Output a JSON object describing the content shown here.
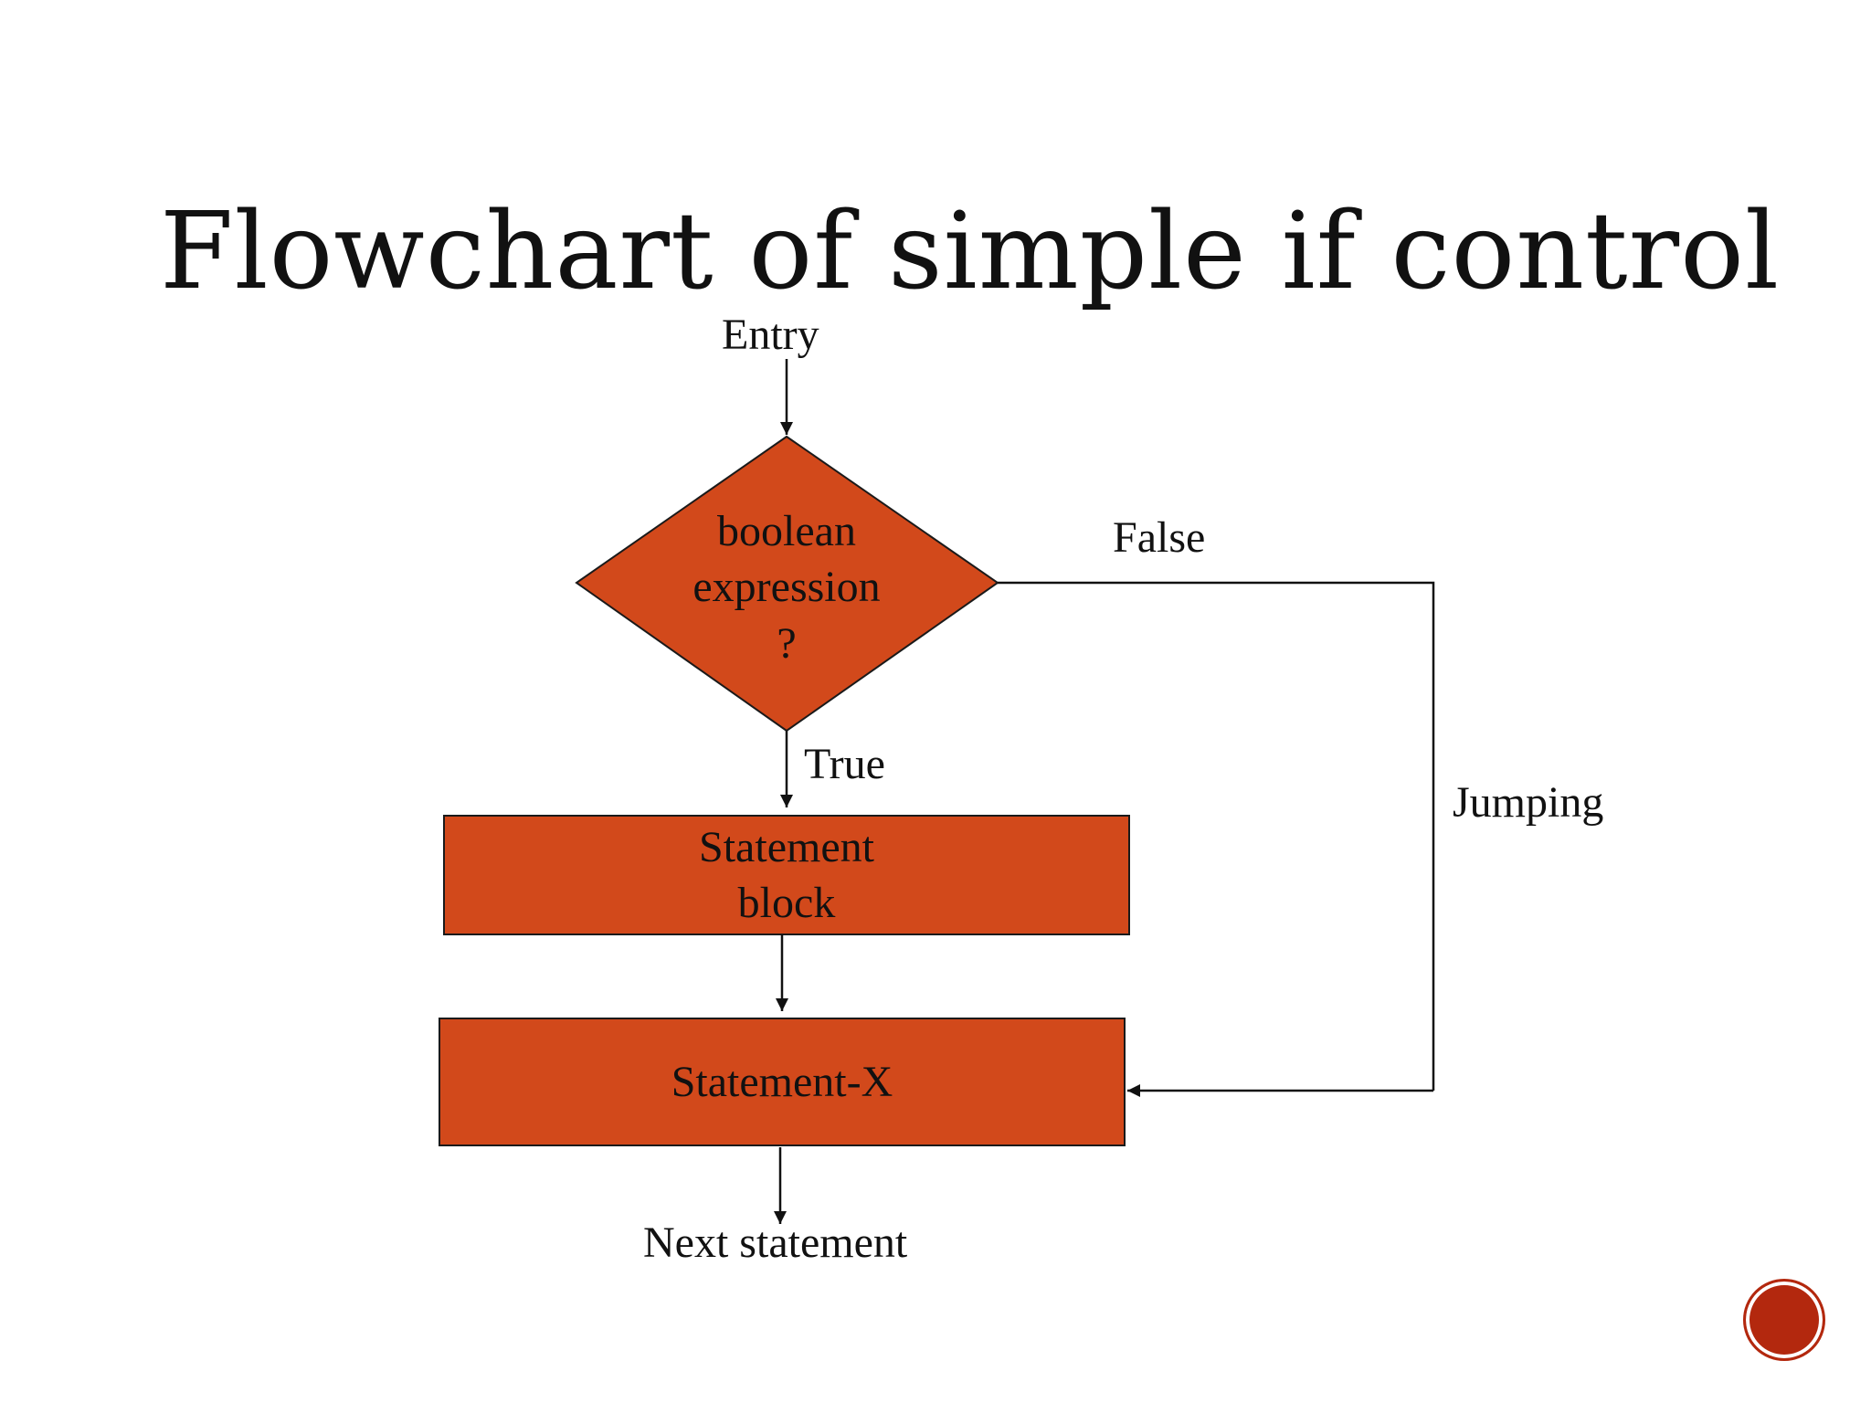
{
  "title": "Flowchart of simple if control",
  "colors": {
    "shape_fill": "#d2491b",
    "shape_stroke": "#1a1a1a",
    "line": "#111111",
    "nav_button": "#b3280e"
  },
  "diagram": {
    "entry_label": "Entry",
    "decision": {
      "line1": "boolean",
      "line2": "expression",
      "line3": "?"
    },
    "false_label": "False",
    "true_label": "True",
    "jumping_label": "Jumping",
    "statement_block": {
      "line1": "Statement",
      "line2": "block"
    },
    "statement_x": "Statement-X",
    "next_label": "Next statement"
  },
  "nav_button_icon": "circle-nav-icon"
}
